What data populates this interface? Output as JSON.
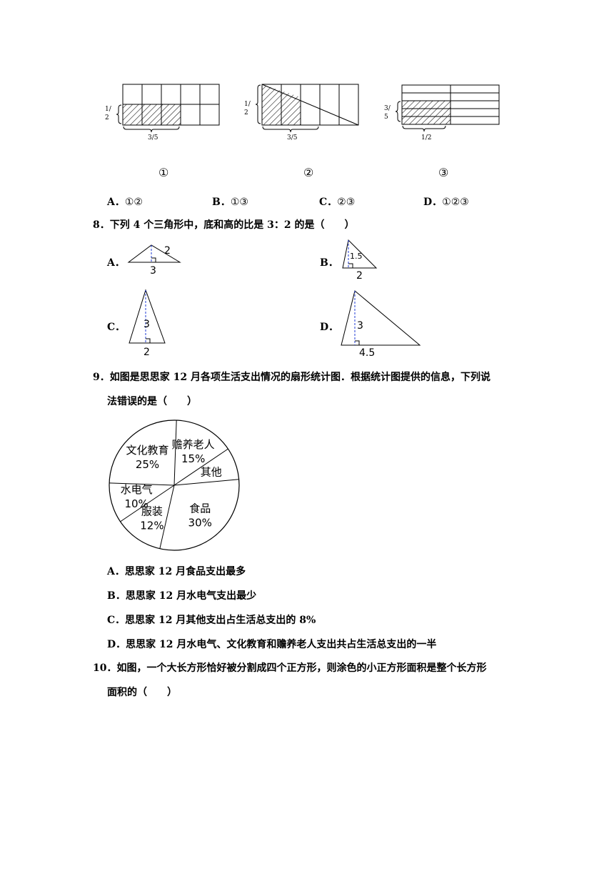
{
  "q7": {
    "figures": {
      "f1": {
        "left_frac": "1/2",
        "bottom_frac": "3/5",
        "number": "①"
      },
      "f2": {
        "left_frac": "1/2",
        "bottom_frac": "3/5",
        "number": "②"
      },
      "f3": {
        "left_frac": "3/5",
        "bottom_frac": "1/2",
        "number": "③"
      }
    },
    "options": [
      {
        "label": "A．",
        "text": "①②"
      },
      {
        "label": "B．",
        "text": "①③"
      },
      {
        "label": "C．",
        "text": "②③"
      },
      {
        "label": "D．",
        "text": "①②③"
      }
    ]
  },
  "q8": {
    "stem": "8．下列 4 个三角形中，底和高的比是 3：2 的是（　　）",
    "options": [
      {
        "label": "A．",
        "base": "3",
        "height": "2"
      },
      {
        "label": "B．",
        "base": "2",
        "height": "1.5"
      },
      {
        "label": "C．",
        "base": "2",
        "height": "3"
      },
      {
        "label": "D．",
        "base": "4.5",
        "height": "3"
      }
    ]
  },
  "q9": {
    "stem_line1": "9．如图是思思家 12 月各项生活支出情况的扇形统计图．根据统计图提供的信息，下列说",
    "stem_line2": "法错误的是（　　）",
    "chart_data": {
      "type": "pie",
      "slices": [
        {
          "name": "赡养老人",
          "value": "15%"
        },
        {
          "name": "其他",
          "value": ""
        },
        {
          "name": "食品",
          "value": "30%"
        },
        {
          "name": "服装",
          "value": "12%"
        },
        {
          "name": "水电气",
          "value": "10%"
        },
        {
          "name": "文化教育",
          "value": "25%"
        }
      ]
    },
    "options": [
      "A．思思家 12 月食品支出最多",
      "B．思思家 12 月水电气支出最少",
      "C．思思家 12 月其他支出占生活总支出的 8%",
      "D．思思家 12 月水电气、文化教育和赡养老人支出共占生活总支出的一半"
    ]
  },
  "q10": {
    "stem_line1": "10．如图，一个大长方形恰好被分割成四个正方形，则涂色的小正方形面积是整个长方形",
    "stem_line2": "面积的（　　）"
  }
}
